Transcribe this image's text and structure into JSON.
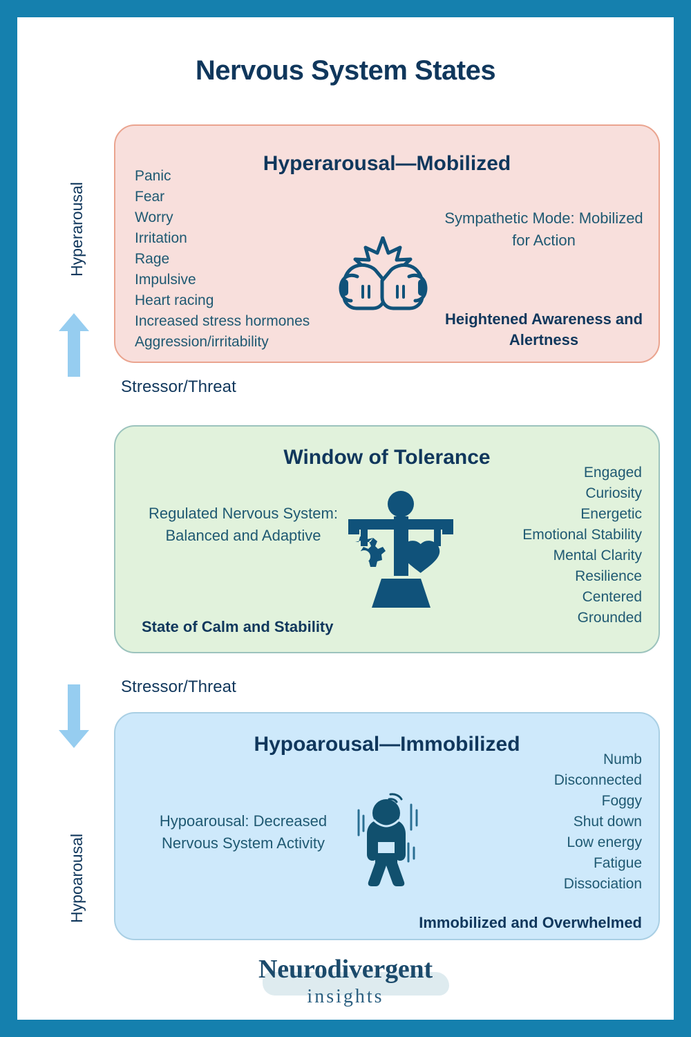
{
  "page": {
    "title": "Nervous System States",
    "border_color": "#1580ae",
    "text_color": "#10375c"
  },
  "axis": {
    "hyperarousal_label": "Hyperarousal",
    "hypoarousal_label": "Hypoarousal",
    "arrow_up_name": "arrow-up-icon",
    "arrow_down_name": "arrow-down-icon",
    "arrow_color": "#96cdf0"
  },
  "transitions": {
    "upper": "Stressor/Threat",
    "lower": "Stressor/Threat"
  },
  "states": {
    "hyperarousal": {
      "title": "Hyperarousal—Mobilized",
      "bg_color": "#f8dfdc",
      "border_color": "#eaa48f",
      "icon": "boxing-gloves-icon",
      "symptoms": [
        "Panic",
        "Fear",
        "Worry",
        "Irritation",
        "Rage",
        "Impulsive",
        "Heart racing",
        "Increased stress hormones",
        "Aggression/irritability"
      ],
      "description": "Sympathetic Mode: Mobilized for Action",
      "emphasis": "Heightened Awareness and Alertness"
    },
    "window_of_tolerance": {
      "title": "Window of Tolerance",
      "bg_color": "#e1f2dc",
      "border_color": "#9cc3bd",
      "icon": "balance-figure-icon",
      "symptoms": [
        "Engaged",
        "Curiosity",
        "Energetic",
        "Emotional Stability",
        "Mental Clarity",
        "Resilience",
        "Centered",
        "Grounded"
      ],
      "description": "Regulated Nervous System: Balanced and Adaptive",
      "emphasis": "State of Calm and Stability"
    },
    "hypoarousal": {
      "title": "Hypoarousal—Immobilized",
      "bg_color": "#cee9fb",
      "border_color": "#a9cfe4",
      "icon": "slumped-figure-icon",
      "symptoms": [
        "Numb",
        "Disconnected",
        "Foggy",
        "Shut down",
        "Low energy",
        "Fatigue",
        "Dissociation"
      ],
      "description": "Hypoarousal: Decreased Nervous System Activity",
      "emphasis": "Immobilized and Overwhelmed"
    }
  },
  "footer": {
    "brand_main": "Neurodivergent",
    "brand_sub": "insights"
  }
}
